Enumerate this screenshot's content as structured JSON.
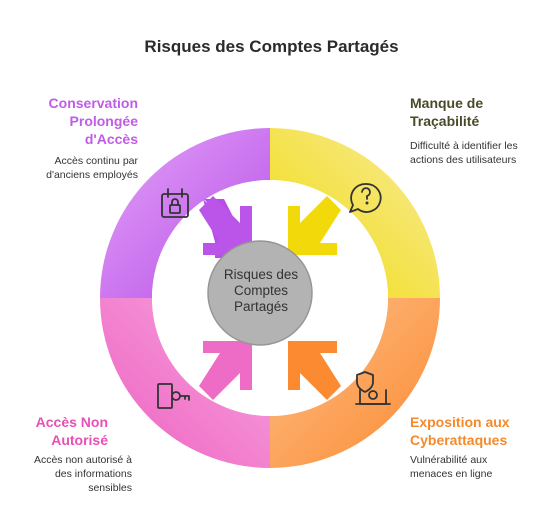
{
  "title": "Risques des Comptes Partagés",
  "center_label": "Risques des Comptes Partagés",
  "segments": [
    {
      "heading": "Conservation Prolongée d'Accès",
      "description": "Accès continu par d'anciens employés",
      "color": "#c469ef",
      "heading_color": "#c05ce8",
      "icon": "calendar-lock-icon"
    },
    {
      "heading": "Manque de Traçabilité",
      "description": "Difficulté à identifier les actions des utilisateurs",
      "color": "#f5e21f",
      "heading_color": "#4a4a2a",
      "icon": "question-bubble-icon"
    },
    {
      "heading": "Exposition aux Cyberattaques",
      "description": "Vulnérabilité aux menaces en ligne",
      "color": "#fc9b45",
      "heading_color": "#f58a2a",
      "icon": "cyber-threat-icon"
    },
    {
      "heading": "Accès Non Autorisé",
      "description": "Accès non autorisé à des informations sensibles",
      "color": "#f17ccc",
      "heading_color": "#e94fb5",
      "icon": "key-door-icon"
    }
  ]
}
